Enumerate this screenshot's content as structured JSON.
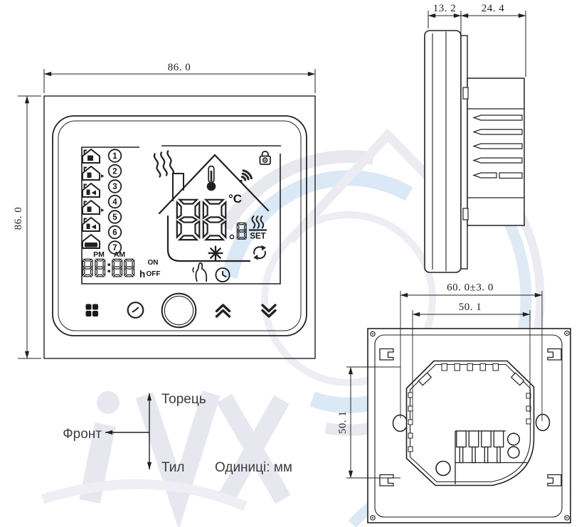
{
  "front_view": {
    "width_dim": "86. 0",
    "height_dim": "86. 0",
    "lcd": {
      "pm_label": "PM",
      "am_label": "AM",
      "time_display": "88:88",
      "hour_unit": "h",
      "on_label": "ON",
      "off_label": "OFF",
      "temperature_display": "88.8",
      "celsius_label": "°C",
      "set_label": "SET",
      "day_numbers": [
        "1",
        "2",
        "3",
        "4",
        "5",
        "6",
        "7"
      ]
    }
  },
  "side_view": {
    "panel_depth_dim": "13. 2",
    "box_depth_dim": "24. 4"
  },
  "back_view": {
    "mount_span_dim": "60. 0±3. 0",
    "hole_width_dim": "50. 1",
    "hole_height_dim": "50. 1"
  },
  "legend": {
    "top": "Торець",
    "front": "Фронт",
    "rear": "Тил",
    "units": "Одиниці: мм"
  },
  "colors": {
    "line": "#212121",
    "watermark_blue": "#dbe8f5",
    "watermark_gray": "#e8e8ef"
  }
}
